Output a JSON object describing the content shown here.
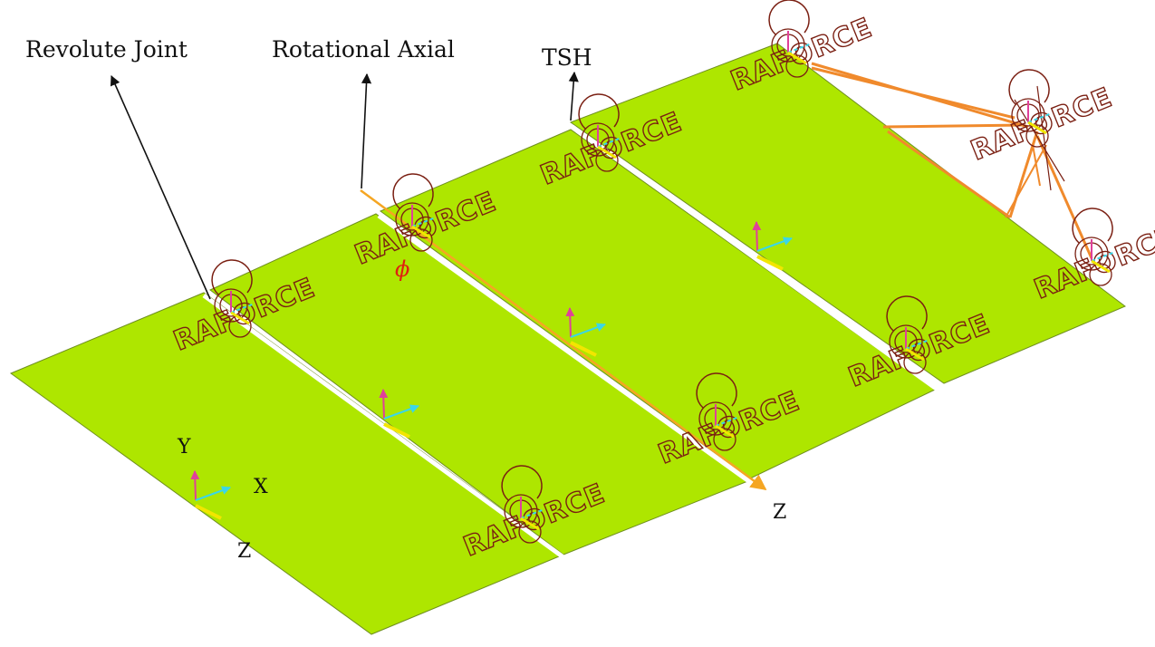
{
  "labels": {
    "revolute_joint": "Revolute Joint",
    "rotational_axial": "Rotational Axial",
    "tsh": "TSH",
    "phi": "ϕ",
    "axis_y": "Y",
    "axis_x": "X",
    "axis_z_panel": "Z",
    "axis_z_hinge": "Z"
  },
  "joint_marker_text": "RAFORCE",
  "colors": {
    "panel_fill": "#aee600",
    "gap": "#ffffff",
    "joint_marker": "#7a1f12",
    "cable": "#f08a2c",
    "rotational_axis": "#f5a623",
    "axis_y": "#e0409a",
    "axis_x": "#3ad6e8",
    "axis_z": "#f2e600",
    "phi": "#e02010",
    "leader_line": "#111111"
  }
}
